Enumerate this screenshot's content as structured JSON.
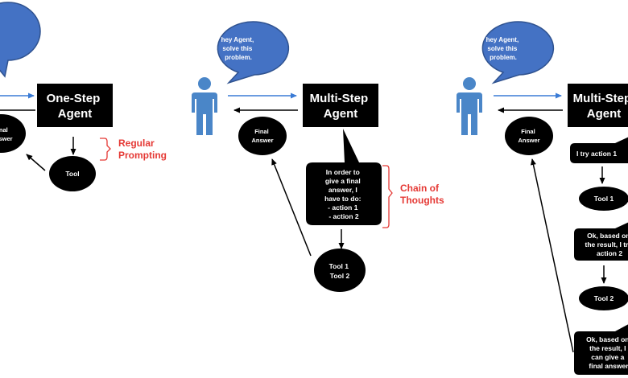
{
  "panel1": {
    "agent_label": [
      "One-Step",
      "Agent"
    ],
    "final_answer": [
      "Final",
      "Answer"
    ],
    "tool": "Tool",
    "annotation": [
      "Regular",
      "Prompting"
    ]
  },
  "panel2": {
    "speech": [
      "hey Agent,",
      "solve this",
      "problem."
    ],
    "agent_label": [
      "Multi-Step",
      "Agent"
    ],
    "final_answer": [
      "Final",
      "Answer"
    ],
    "thought": [
      "In order to",
      "give a final",
      "answer, I",
      "have to do:",
      "- action 1",
      "- action 2"
    ],
    "tools": [
      "Tool 1",
      "Tool 2"
    ],
    "annotation": [
      "Chain of",
      "Thoughts"
    ]
  },
  "panel3": {
    "speech": [
      "hey Agent,",
      "solve this",
      "problem."
    ],
    "agent_label": [
      "Multi-Step",
      "Agent"
    ],
    "final_answer": [
      "Final",
      "Answer"
    ],
    "step1": "I try action 1",
    "tool1": "Tool 1",
    "step2": [
      "Ok, based on",
      "the result, I try",
      "action 2"
    ],
    "tool2": "Tool 2",
    "step3": [
      "Ok, based on",
      "the result, I",
      "can give a",
      "final answer"
    ]
  },
  "colors": {
    "person": "#4a86c8",
    "bubble": "#4472c4",
    "bubble_stroke": "#2f528f",
    "box": "#000000",
    "input_arrow": "#3a7bd5",
    "arrow": "#000000",
    "annotation": "#e53935"
  }
}
